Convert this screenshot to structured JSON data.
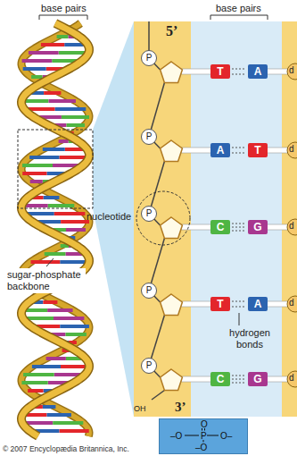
{
  "diagram": {
    "nodes": [
      {
        "text": [
          "P"
        ]
      },
      {
        "text": [
          "T"
        ]
      },
      {
        "text": [
          "A"
        ]
      },
      {
        "text": [
          "P"
        ]
      },
      {
        "text": [
          "A"
        ]
      },
      {
        "text": [
          "T"
        ]
      },
      {
        "text": [
          "P"
        ]
      },
      {
        "text": [
          "C"
        ]
      },
      {
        "text": [
          "G"
        ]
      },
      {
        "text": [
          "P"
        ]
      },
      {
        "text": [
          "T"
        ]
      },
      {
        "text": [
          "A"
        ]
      },
      {
        "text": [
          "P"
        ]
      },
      {
        "text": [
          "C"
        ]
      },
      {
        "text": [
          "G"
        ]
      },
      {
        "text": [
          "O",
          "–O",
          "P",
          "O–",
          "–O"
        ]
      }
    ],
    "labels": [
      "base pairs",
      "base pairs",
      "5’",
      "nucleotide",
      "sugar-phosphate backbone",
      "hydrogen bonds",
      "3’",
      "d",
      "d",
      "d",
      "d",
      "d",
      "OH",
      "© 2007 Encyclopædia Britannica, Inc."
    ]
  }
}
